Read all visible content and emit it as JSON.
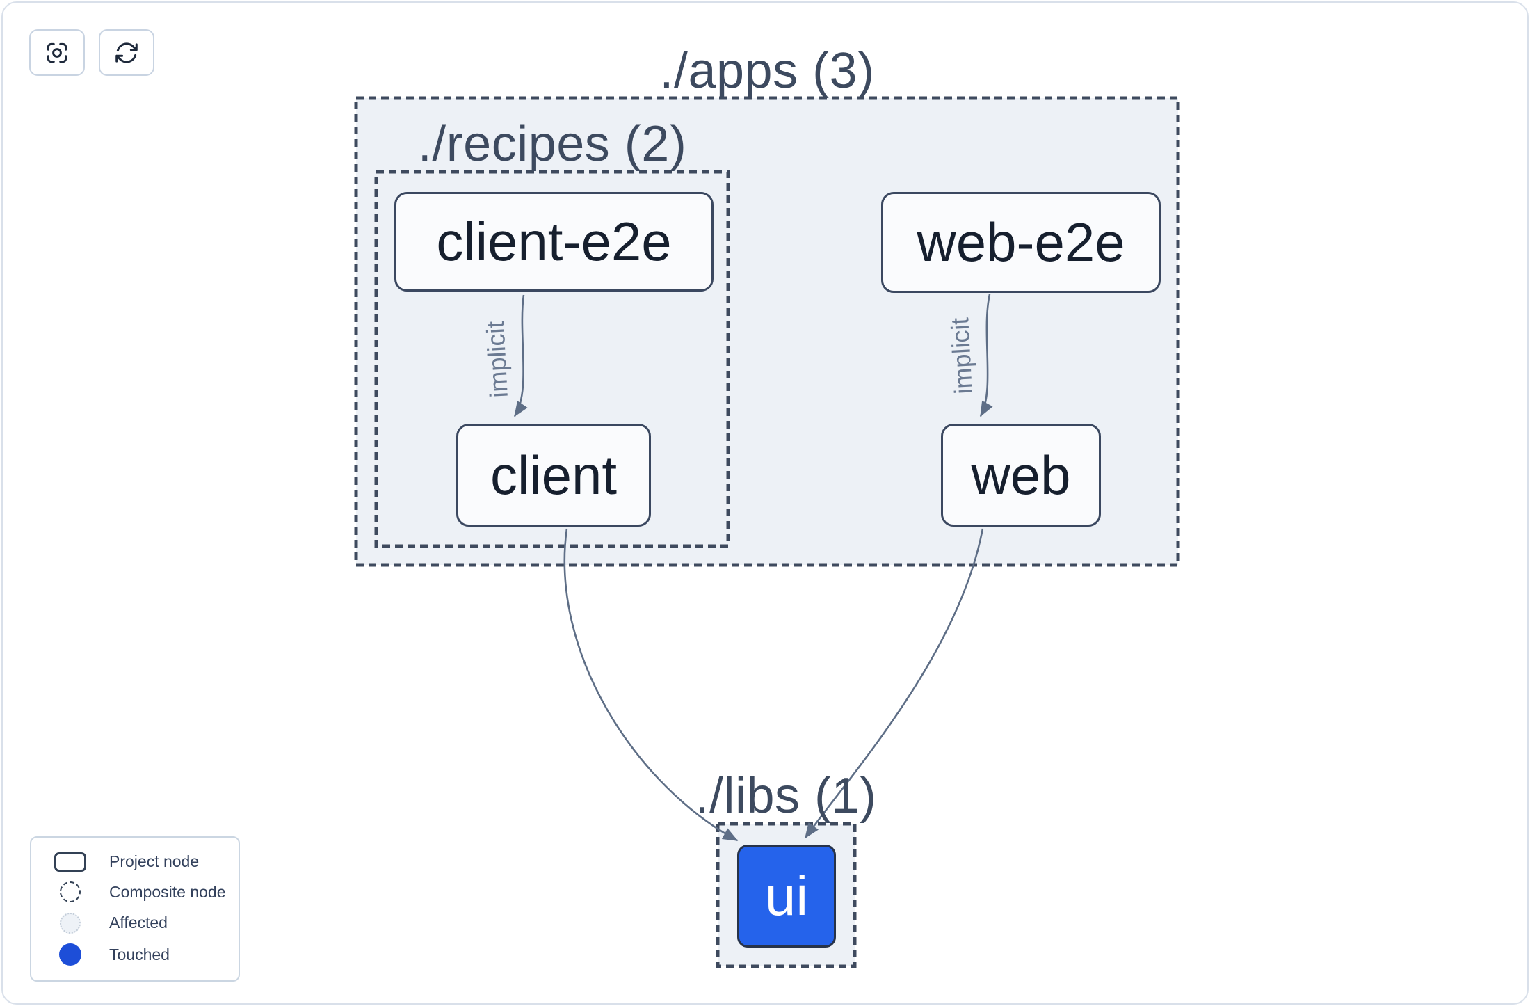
{
  "toolbar": {
    "focus_button": {
      "icon": "crosshair-focus-icon",
      "tooltip": ""
    },
    "refresh_button": {
      "icon": "refresh-cycle-icon",
      "tooltip": ""
    }
  },
  "graph": {
    "containers": [
      {
        "id": "apps",
        "label": "./apps (3)"
      },
      {
        "id": "recipes",
        "label": "./recipes (2)"
      },
      {
        "id": "libs",
        "label": "./libs (1)"
      }
    ],
    "nodes": [
      {
        "id": "client-e2e",
        "label": "client-e2e",
        "state": "normal"
      },
      {
        "id": "web-e2e",
        "label": "web-e2e",
        "state": "normal"
      },
      {
        "id": "client",
        "label": "client",
        "state": "normal"
      },
      {
        "id": "web",
        "label": "web",
        "state": "normal"
      },
      {
        "id": "ui",
        "label": "ui",
        "state": "touched"
      }
    ],
    "edges": [
      {
        "source": "client-e2e",
        "target": "client",
        "label": "implicit"
      },
      {
        "source": "web-e2e",
        "target": "web",
        "label": "implicit"
      },
      {
        "source": "client",
        "target": "ui",
        "label": ""
      },
      {
        "source": "web",
        "target": "ui",
        "label": ""
      }
    ]
  },
  "legend": {
    "items": [
      {
        "icon": "project-node-swatch",
        "label": "Project node"
      },
      {
        "icon": "composite-node-swatch",
        "label": "Composite node"
      },
      {
        "icon": "affected-swatch",
        "label": "Affected"
      },
      {
        "icon": "touched-swatch",
        "label": "Touched"
      }
    ]
  },
  "colors": {
    "touched_node_blue": "#2563eb",
    "legend_touched_blue": "#1d4ed8",
    "container_fill": "#edf1f6",
    "dashed_border": "#3e4a5e",
    "edge_stroke": "#5e6e86",
    "edge_label": "#6b7a92",
    "node_fill": "#fafbfd",
    "node_border": "#3b4860",
    "node_text": "#161f2e",
    "title_text": "#3d4a5f",
    "canvas_border": "#d9e0ea",
    "legend_border": "#cbd6e2",
    "legend_text": "#33415c"
  }
}
